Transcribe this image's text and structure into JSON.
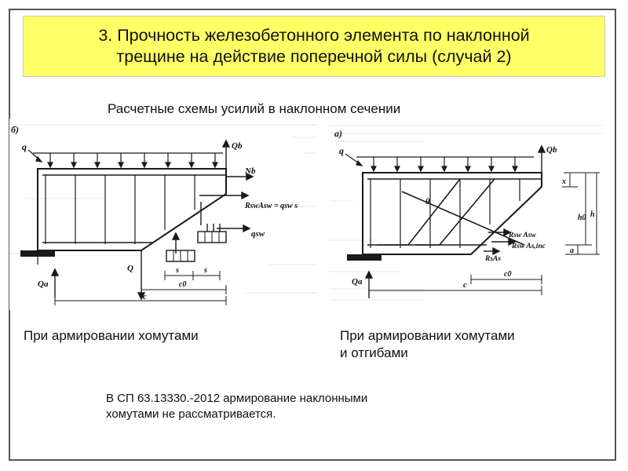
{
  "title": {
    "line1": "3. Прочность  железобетонного элемента по наклонной",
    "line2": "трещине на  действие  поперечной  силы (случай 2)"
  },
  "subtitle": "Расчетные схемы усилий в наклонном сечении",
  "figure_left": {
    "panel_tag": "б)",
    "labels": {
      "q": "q",
      "qb": "Qb",
      "nb": "Nb",
      "rsw_eq": "RswAsw = qsw s",
      "qsw": "qsw",
      "q_force": "Q",
      "qa": "Qa",
      "s1": "s",
      "s2": "s",
      "c0": "c0",
      "c": "c"
    }
  },
  "figure_right": {
    "panel_tag": "а)",
    "labels": {
      "q": "q",
      "qb": "Qb",
      "theta": "θ",
      "rsw_asw": "Rsw Asw",
      "rsw_asinc": "Rsw As,inc",
      "rs_as": "RsAs",
      "qa": "Qa",
      "x": "x",
      "h0": "h0",
      "h": "h",
      "a": "a",
      "c0": "c0",
      "c": "c"
    }
  },
  "captions": {
    "left": "При армировании хомутами",
    "right_line1": "При армировании хомутами",
    "right_line2": "и отгибами"
  },
  "note": {
    "line1": "В СП 63.13330.-2012 армирование наклонными",
    "line2": "хомутами не рассматривается."
  },
  "colors": {
    "title_background": "#ffff66",
    "frame": "#555555",
    "drawing": "#1a1a1a"
  }
}
